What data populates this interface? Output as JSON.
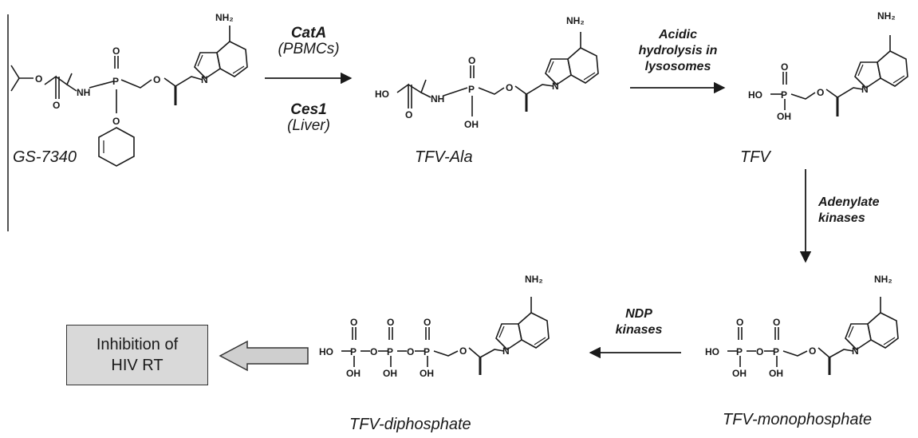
{
  "molecules": {
    "gs7340": "GS-7340",
    "tfv_ala": "TFV-Ala",
    "tfv": "TFV",
    "tfv_mp": "TFV-monophosphate",
    "tfv_dp": "TFV-diphosphate"
  },
  "steps": {
    "step1_enzyme1": "CatA",
    "step1_site1": "(PBMCs)",
    "step1_enzyme2": "Ces1",
    "step1_site2": "(Liver)",
    "step2_line1": "Acidic",
    "step2_line2": "hydrolysis in",
    "step2_line3": "lysosomes",
    "step3_line1": "Adenylate",
    "step3_line2": "kinases",
    "step4_line1": "NDP",
    "step4_line2": "kinases"
  },
  "outcome": {
    "line1": "Inhibition of",
    "line2": "HIV RT"
  },
  "atoms": {
    "nh2": "NH₂",
    "n": "N",
    "o": "O",
    "p": "P",
    "oh": "OH",
    "ho": "HO",
    "nh": "NH"
  },
  "colors": {
    "outcome_box_fill": "#d9d9d9",
    "outcome_arrow_fill": "#cfcfcf"
  }
}
